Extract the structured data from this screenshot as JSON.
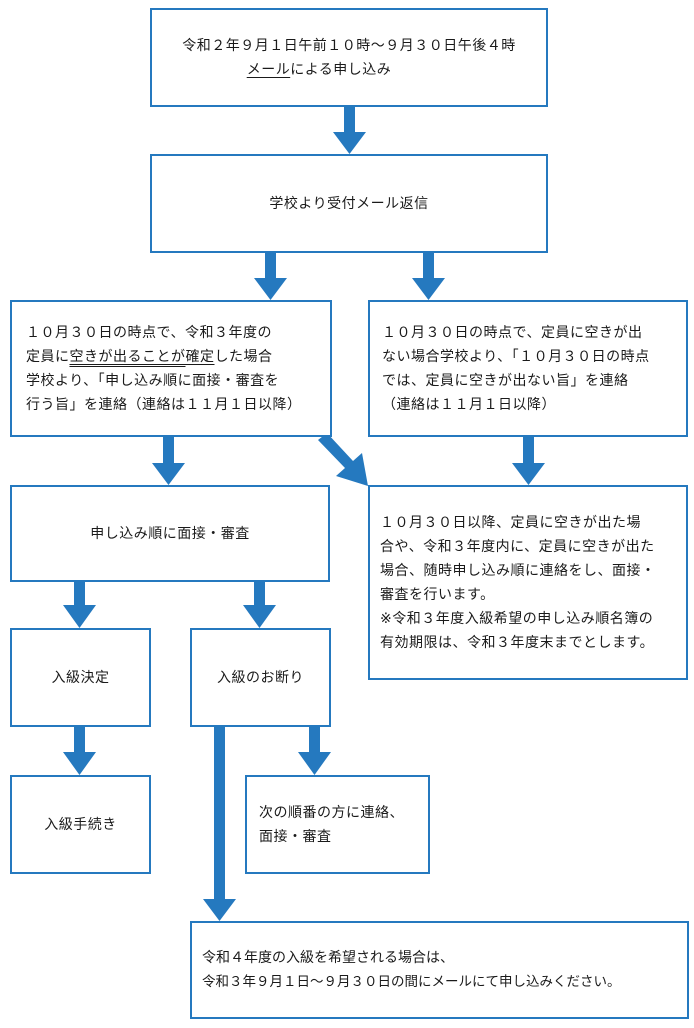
{
  "box1": {
    "line1": "令和２年９月１日午前１０時～９月３０日午後４時",
    "line2_underlined": "メール",
    "line2_rest": "による申し込み"
  },
  "box2": {
    "text": "学校より受付メール返信"
  },
  "box3": {
    "line1": "１０月３０日の時点で、令和３年度の",
    "line2_a": "定員に",
    "line2_b": "空きが出ることが",
    "line2_c": "確定",
    "line2_d": "した場合",
    "line3": "学校より、「申し込み順に面接・審査を",
    "line4": "行う旨」を連絡（連絡は１１月１日以降）"
  },
  "box4": {
    "line1": "１０月３０日の時点で、定員に空きが出",
    "line2": "ない場合学校より、「１０月３０日の時点",
    "line3": "では、定員に空きが出ない旨」を連絡",
    "line4": "（連絡は１１月１日以降）"
  },
  "box5": {
    "text": "申し込み順に面接・審査"
  },
  "box6": {
    "line1": "１０月３０日以降、定員に空きが出た場",
    "line2": "合や、令和３年度内に、定員に空きが出た",
    "line3": "場合、随時申し込み順に連絡をし、面接・",
    "line4": "審査を行います。",
    "line5": "※令和３年度入級希望の申し込み順名簿の",
    "line6": "有効期限は、令和３年度末までとします。"
  },
  "box7": {
    "text": "入級決定"
  },
  "box8": {
    "text": "入級のお断り"
  },
  "box9": {
    "text": "入級手続き"
  },
  "box10": {
    "line1": "次の順番の方に連絡、",
    "line2": "面接・審査"
  },
  "box11": {
    "line1": "令和４年度の入級を希望される場合は、",
    "line2": "令和３年９月１日～９月３０日の間にメールにて申し込みください。"
  },
  "colors": {
    "border": "#2579bf",
    "arrow": "#2579bf"
  }
}
